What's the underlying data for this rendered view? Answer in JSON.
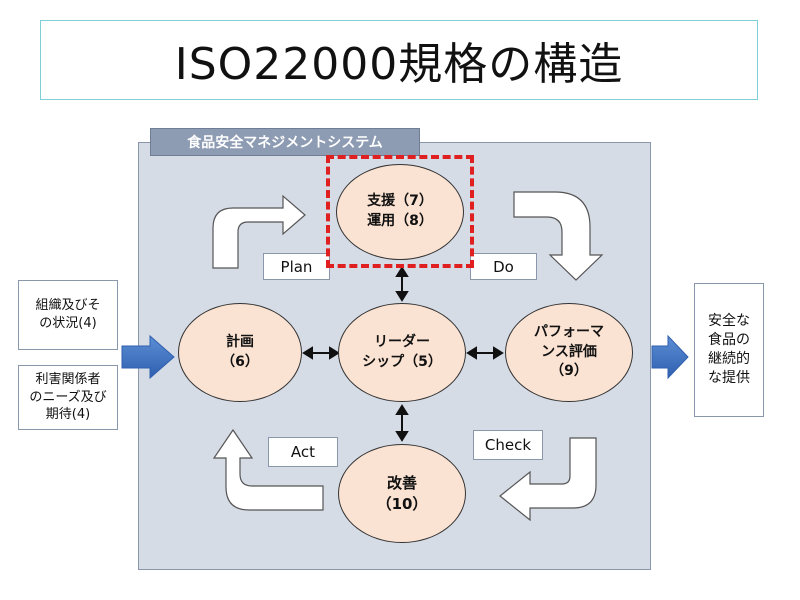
{
  "title": "ISO22000規格の構造",
  "system_label": "食品安全マネジメントシステム",
  "inputs": [
    {
      "text": "組織及びそ\nの状況(4)"
    },
    {
      "text": "利害関係者\nのニーズ及び\n期待(4)"
    }
  ],
  "output": {
    "text": "安全な\n食品の\n継続的\nな提供"
  },
  "nodes": {
    "support": "支援（7）\n運用（8）",
    "planning": "計画\n（6）",
    "leadership": "リーダー\nシップ（5）",
    "performance": "パフォーマ\nンス評価\n（9）",
    "improvement": "改善\n（10）"
  },
  "cycle_labels": {
    "plan": "Plan",
    "do": "Do",
    "check": "Check",
    "act": "Act"
  },
  "colors": {
    "node_fill": "#fbe3d3",
    "panel_fill": "#d6dce6",
    "label_fill": "#8d9bb3",
    "highlight": "#e02020",
    "io_arrow": "#3f74c4"
  }
}
